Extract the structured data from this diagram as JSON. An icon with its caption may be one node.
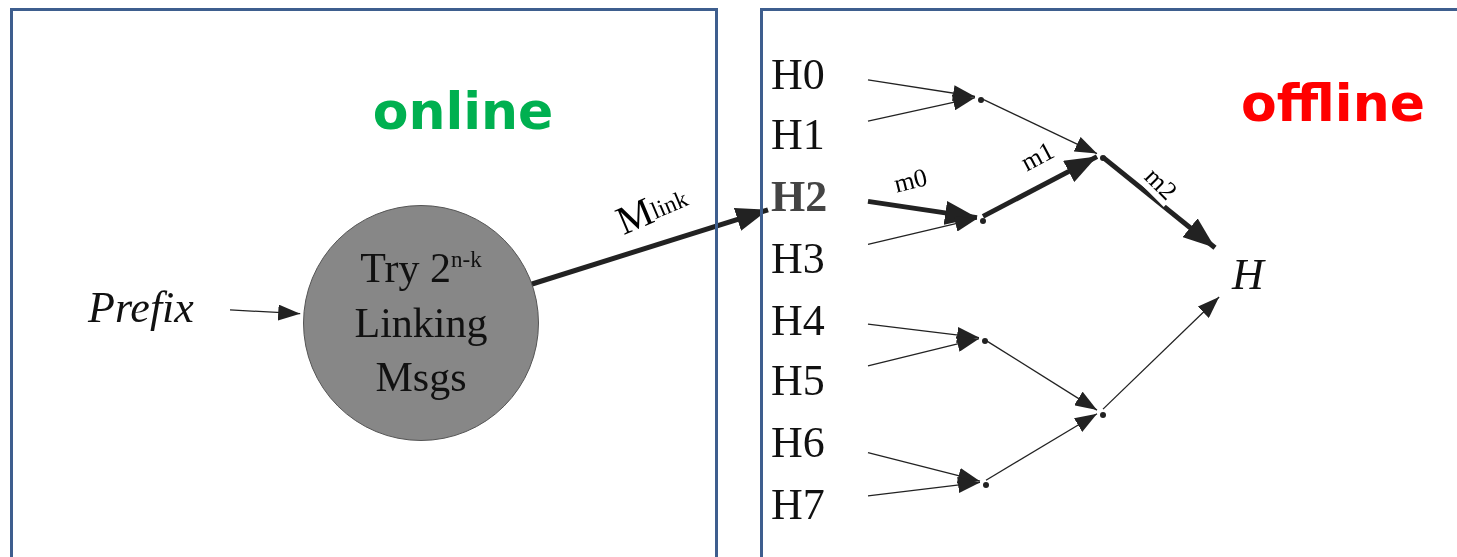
{
  "diagram": {
    "nodes": [
      {
        "text": [
          "online"
        ]
      },
      {
        "text": [
          "offline"
        ]
      },
      {
        "text": [
          "Prefix"
        ],
        "in": 0
      },
      {
        "text": [
          "Try 2$^{n-k}$ Linking Msgs"
        ],
        "in": 0
      },
      {
        "text": [
          "H0"
        ],
        "in": 1
      },
      {
        "text": [
          "H1"
        ],
        "in": 1
      },
      {
        "text": [
          "H2"
        ],
        "in": 1
      },
      {
        "text": [
          "H3"
        ],
        "in": 1
      },
      {
        "text": [
          "H4"
        ],
        "in": 1
      },
      {
        "text": [
          "H5"
        ],
        "in": 1
      },
      {
        "text": [
          "H6"
        ],
        "in": 1
      },
      {
        "text": [
          "H7"
        ],
        "in": 1
      },
      {
        "text": [],
        "shape": "dot",
        "in": 1
      },
      {
        "text": [],
        "shape": "dot",
        "in": 1
      },
      {
        "text": [],
        "shape": "dot",
        "in": 1
      },
      {
        "text": [],
        "shape": "dot",
        "in": 1
      },
      {
        "text": [],
        "shape": "dot",
        "in": 1
      },
      {
        "text": [],
        "shape": "dot",
        "in": 1
      },
      {
        "text": [
          "H"
        ],
        "in": 1
      }
    ],
    "edges": [
      {
        "from": 2,
        "to": 3,
        "arrow": "to"
      },
      {
        "from": 3,
        "to": 6,
        "arrow": "to",
        "label": "M$_{link}$",
        "style": "thick"
      },
      {
        "from": 4,
        "to": 12,
        "arrow": "to"
      },
      {
        "from": 5,
        "to": 12,
        "arrow": "to"
      },
      {
        "from": 6,
        "to": 13,
        "arrow": "to",
        "label": "m0",
        "style": "thick"
      },
      {
        "from": 7,
        "to": 13,
        "arrow": "to"
      },
      {
        "from": 8,
        "to": 14,
        "arrow": "to"
      },
      {
        "from": 9,
        "to": 14,
        "arrow": "to"
      },
      {
        "from": 10,
        "to": 15,
        "arrow": "to"
      },
      {
        "from": 11,
        "to": 15,
        "arrow": "to"
      },
      {
        "from": 12,
        "to": 16,
        "arrow": "to"
      },
      {
        "from": 13,
        "to": 16,
        "arrow": "to",
        "label": "m1",
        "style": "thick"
      },
      {
        "from": 14,
        "to": 17,
        "arrow": "to"
      },
      {
        "from": 15,
        "to": 17,
        "arrow": "to"
      },
      {
        "from": 16,
        "to": 18,
        "arrow": "to",
        "label": "m2",
        "style": "thick"
      },
      {
        "from": 17,
        "to": 18,
        "arrow": "to"
      }
    ]
  }
}
